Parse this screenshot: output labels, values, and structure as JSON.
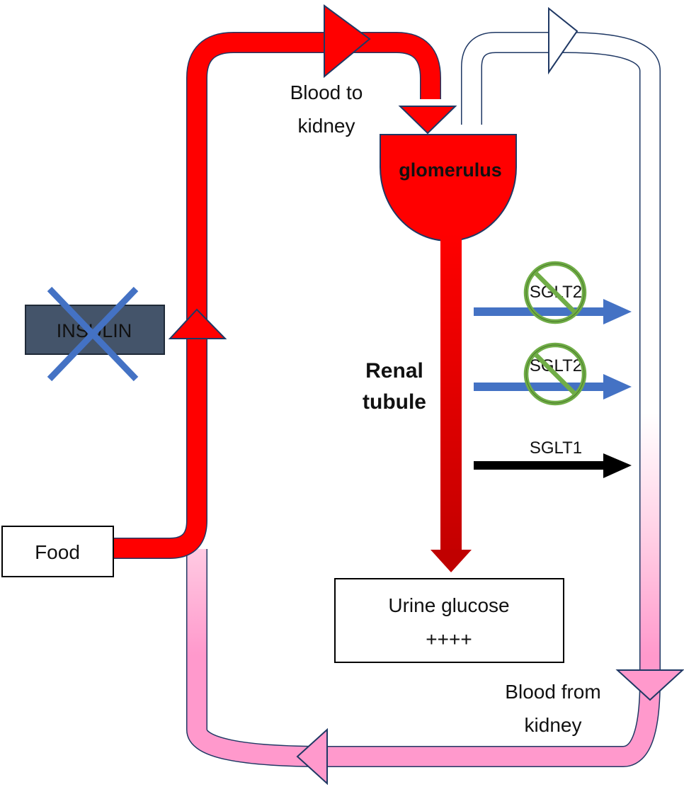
{
  "labels": {
    "insulin": "INSULIN",
    "food": "Food",
    "blood_to_kidney_1": "Blood to",
    "blood_to_kidney_2": "kidney",
    "glomerulus": "glomerulus",
    "renal_tubule_1": "Renal",
    "renal_tubule_2": "tubule",
    "sglt2_top": "SGLT2",
    "sglt2_bottom": "SGLT2",
    "sglt1": "SGLT1",
    "urine_glucose_1": "Urine glucose",
    "urine_glucose_2": "++++",
    "blood_from_kidney_1": "Blood from",
    "blood_from_kidney_2": "kidney"
  },
  "colors": {
    "blood_red": "#ff0000",
    "dark_red": "#c00000",
    "pink": "#ff99cc",
    "outline": "#1f3864",
    "sglt2_arrow": "#4472c4",
    "no_symbol": "#70ad47",
    "insulin_box": "#44546a"
  }
}
